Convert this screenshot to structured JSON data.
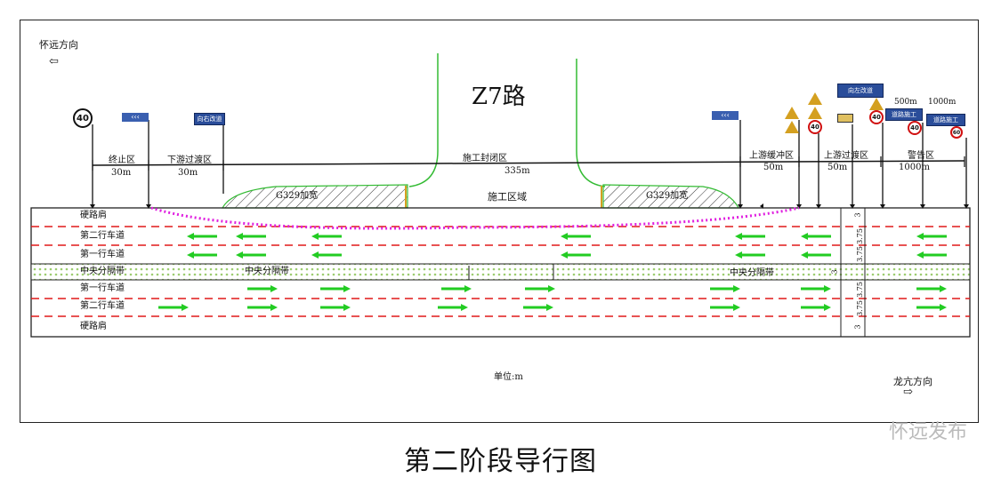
{
  "title_road": "Z7路",
  "caption": "第二阶段导行图",
  "watermark": "怀远发布",
  "direction_huaiyuan": "怀远方向",
  "direction_longkang": "龙亢方向",
  "unit": "单位:m",
  "zones": {
    "end_zone": "终止区",
    "end_len": "30m",
    "down_transition": "下游过渡区",
    "down_transition_len": "30m",
    "closed_zone": "施工封闭区",
    "closed_len": "335m",
    "up_buffer": "上游缓冲区",
    "up_buffer_len": "50m",
    "up_transition": "上游过渡区",
    "up_transition_len": "50m",
    "warning_zone": "警告区",
    "warning_len": "1000m"
  },
  "work_area": "施工区域",
  "widening_left": "G329加宽",
  "widening_right": "G329加宽",
  "lanes": {
    "shoulder_top": "硬路肩",
    "lane2_top": "第二行车道",
    "lane1_top": "第一行车道",
    "median_left": "中央分隔带",
    "median_mid": "中央分隔带",
    "median_right": "中央分隔带",
    "lane1_bottom": "第一行车道",
    "lane2_bottom": "第二行车道",
    "shoulder_bottom": "硬路肩"
  },
  "signs": {
    "speed_40_left": "40",
    "speed_40_a": "40",
    "speed_40_b": "40",
    "speed_40_c": "40",
    "speed_60": "60",
    "detour_right": "向右改道",
    "detour_left": "向左改道",
    "road_work_a": "道路施工",
    "road_work_b": "道路施工",
    "dist_500": "500m",
    "dist_1000": "1000m"
  },
  "dims": {
    "d1": "3.75",
    "d2": "3.75",
    "d3": "3.75",
    "d4": "3",
    "d5": "3.75",
    "d6": "3",
    "d7": "3"
  },
  "colors": {
    "lane_line": "#e01818",
    "arrow": "#22cc22",
    "cone_line": "#e020e0",
    "curb": "#33bb33",
    "sign_blue": "#2a4d9a"
  }
}
